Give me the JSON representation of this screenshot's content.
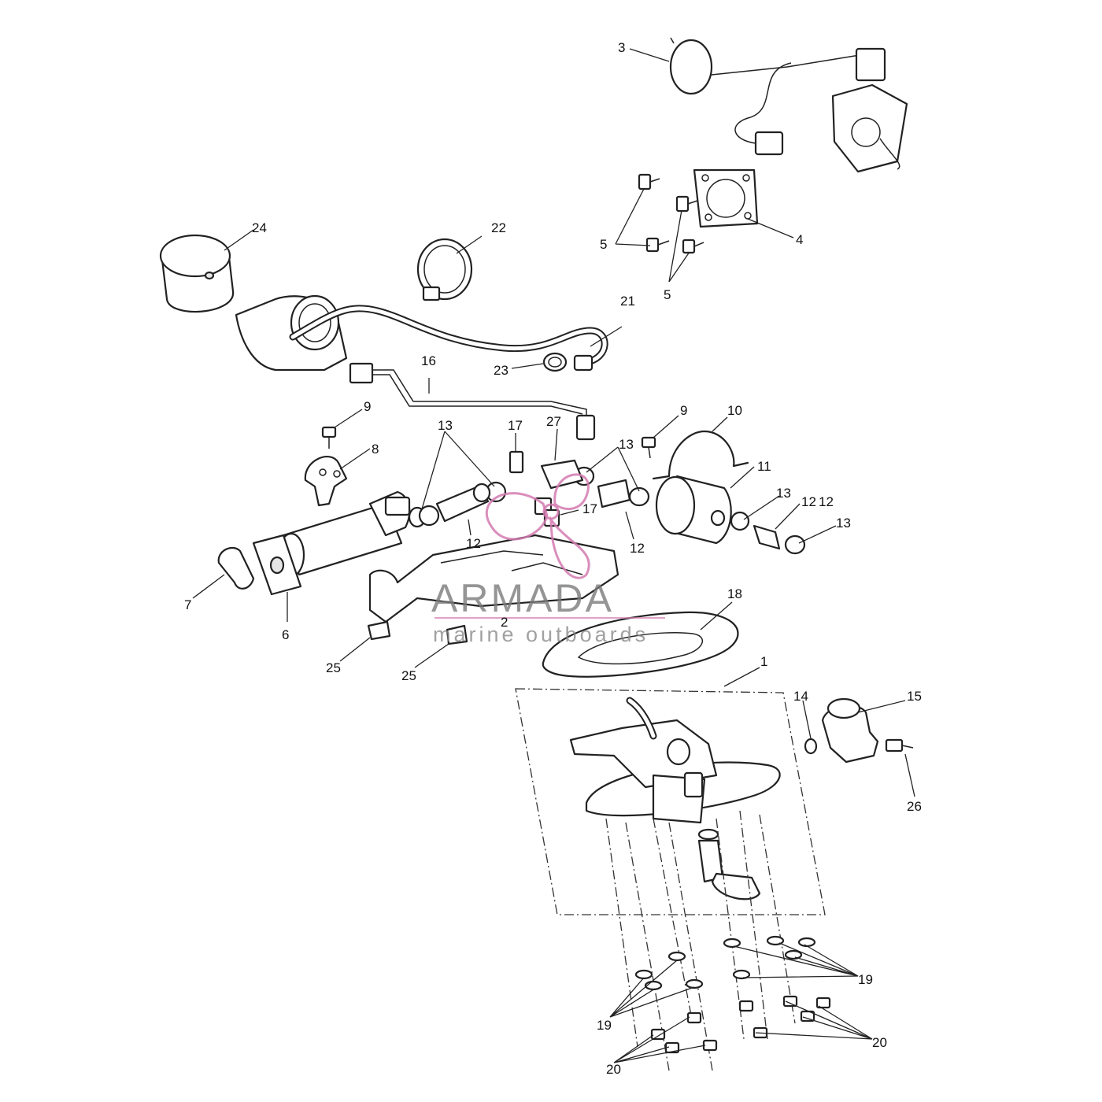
{
  "diagram": {
    "callouts": [
      "1",
      "2",
      "3",
      "4",
      "5",
      "5",
      "6",
      "7",
      "8",
      "9",
      "9",
      "10",
      "11",
      "12",
      "12",
      "12",
      "12",
      "13",
      "13",
      "13",
      "13",
      "14",
      "15",
      "16",
      "17",
      "17",
      "18",
      "19",
      "19",
      "20",
      "20",
      "21",
      "22",
      "23",
      "24",
      "25",
      "25",
      "26",
      "27"
    ],
    "watermark": {
      "brand": "ARMADA",
      "tagline": "marine outboards",
      "logo_color": "#d47ab0"
    }
  }
}
